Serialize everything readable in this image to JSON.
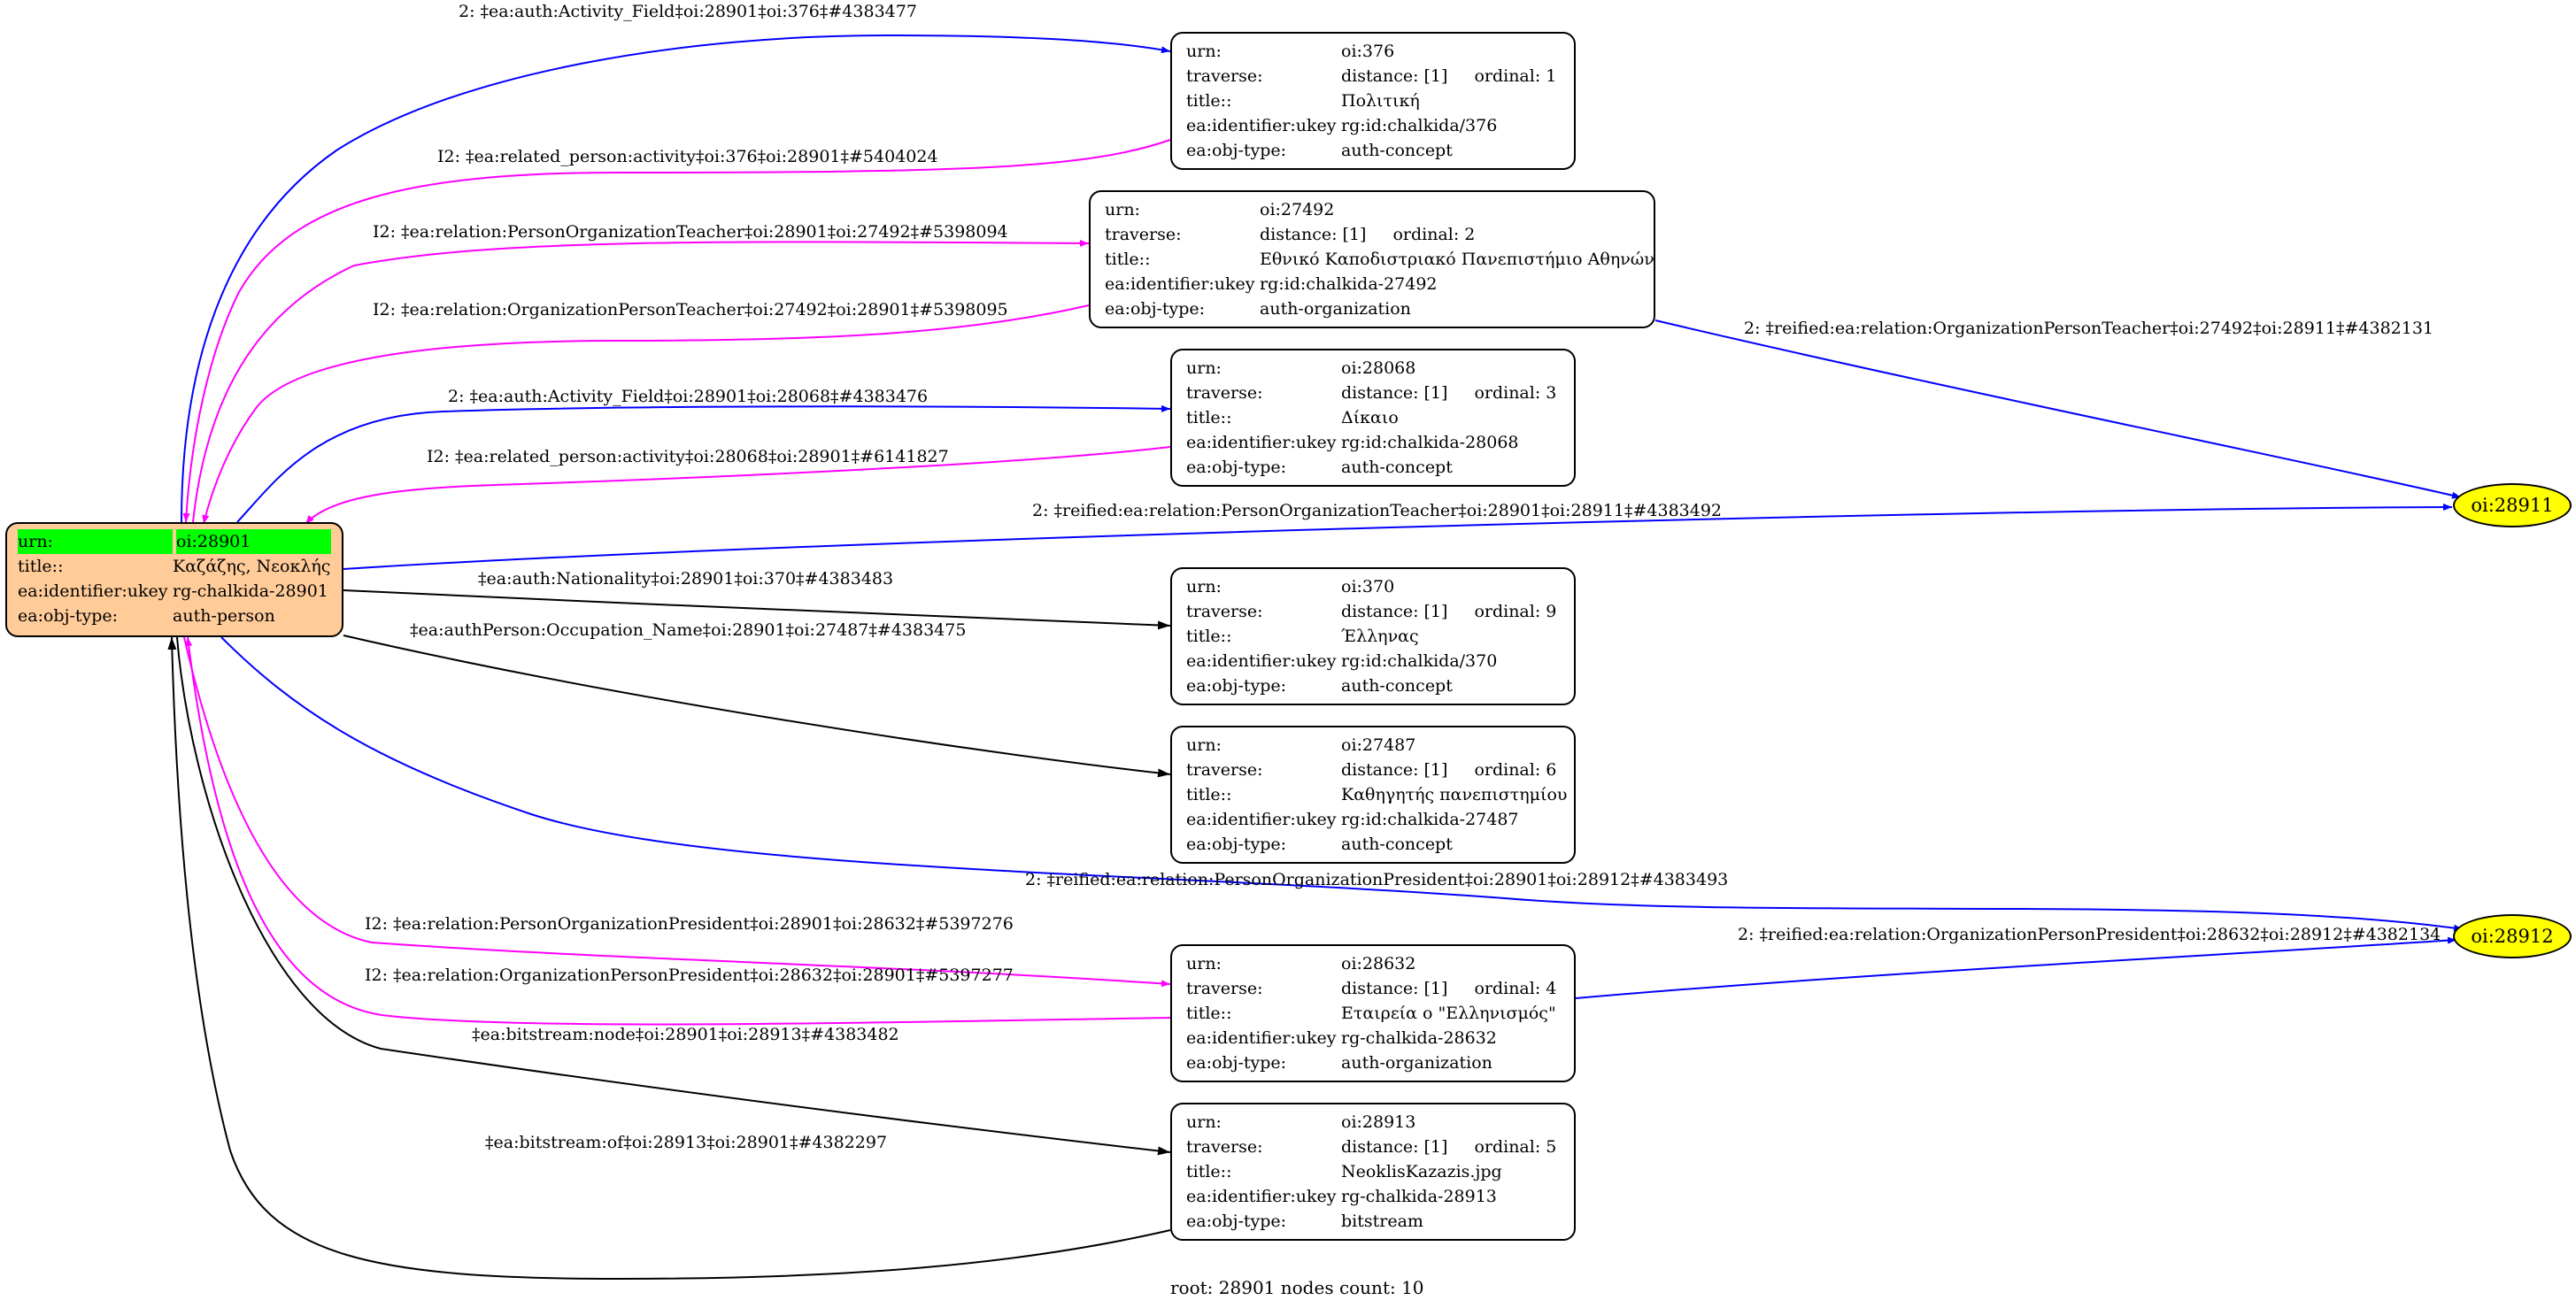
{
  "nodes": {
    "root": {
      "rows": [
        {
          "k": "urn:",
          "v": "oi:28901"
        },
        {
          "k": "title::",
          "v": "Καζάζης, Νεοκλής"
        },
        {
          "k": "ea:identifier:ukey",
          "v": "rg-chalkida-28901"
        },
        {
          "k": "ea:obj-type:",
          "v": "auth-person"
        }
      ]
    },
    "n376": {
      "urn": "oi:376",
      "distance": "distance: [1]",
      "ordinal": "ordinal: 1",
      "title": "Πολιτική",
      "ukey": "rg:id:chalkida/376",
      "type": "auth-concept"
    },
    "n27492": {
      "urn": "oi:27492",
      "distance": "distance: [1]",
      "ordinal": "ordinal: 2",
      "title": "Εθνικό Καποδιστριακό Πανεπιστήμιο Αθηνών",
      "ukey": "rg:id:chalkida-27492",
      "type": "auth-organization"
    },
    "n28068": {
      "urn": "oi:28068",
      "distance": "distance: [1]",
      "ordinal": "ordinal: 3",
      "title": "Δίκαιο",
      "ukey": "rg:id:chalkida-28068",
      "type": "auth-concept"
    },
    "n370": {
      "urn": "oi:370",
      "distance": "distance: [1]",
      "ordinal": "ordinal: 9",
      "title": "Έλληνας",
      "ukey": "rg:id:chalkida/370",
      "type": "auth-concept"
    },
    "n27487": {
      "urn": "oi:27487",
      "distance": "distance: [1]",
      "ordinal": "ordinal: 6",
      "title": "Καθηγητής πανεπιστημίου",
      "ukey": "rg:id:chalkida-27487",
      "type": "auth-concept"
    },
    "n28632": {
      "urn": "oi:28632",
      "distance": "distance: [1]",
      "ordinal": "ordinal: 4",
      "title": "Εταιρεία ο \"Ελληνισμός\"",
      "ukey": "rg-chalkida-28632",
      "type": "auth-organization"
    },
    "n28913": {
      "urn": "oi:28913",
      "distance": "distance: [1]",
      "ordinal": "ordinal: 5",
      "title": "NeoklisKazazis.jpg",
      "ukey": "rg-chalkida-28913",
      "type": "bitstream"
    },
    "e28911": "oi:28911",
    "e28912": "oi:28912"
  },
  "row_keys": {
    "urn": "urn:",
    "traverse": "traverse:",
    "title": "title::",
    "ukey": "ea:identifier:ukey",
    "type": "ea:obj-type:"
  },
  "edges": [
    "2: ‡ea:auth:Activity_Field‡oi:28901‡oi:376‡#4383477",
    "I2: ‡ea:related_person:activity‡oi:376‡oi:28901‡#5404024",
    "I2: ‡ea:relation:PersonOrganizationTeacher‡oi:28901‡oi:27492‡#5398094",
    "I2: ‡ea:relation:OrganizationPersonTeacher‡oi:27492‡oi:28901‡#5398095",
    "2: ‡ea:auth:Activity_Field‡oi:28901‡oi:28068‡#4383476",
    "I2: ‡ea:related_person:activity‡oi:28068‡oi:28901‡#6141827",
    "2: ‡reified:ea:relation:PersonOrganizationTeacher‡oi:28901‡oi:28911‡#4383492",
    "‡ea:auth:Nationality‡oi:28901‡oi:370‡#4383483",
    "‡ea:authPerson:Occupation_Name‡oi:28901‡oi:27487‡#4383475",
    "2: ‡reified:ea:relation:OrganizationPersonTeacher‡oi:27492‡oi:28911‡#4382131",
    "2: ‡reified:ea:relation:PersonOrganizationPresident‡oi:28901‡oi:28912‡#4383493",
    "2: ‡reified:ea:relation:OrganizationPersonPresident‡oi:28632‡oi:28912‡#4382134",
    "I2: ‡ea:relation:PersonOrganizationPresident‡oi:28901‡oi:28632‡#5397276",
    "I2: ‡ea:relation:OrganizationPersonPresident‡oi:28632‡oi:28901‡#5397277",
    "‡ea:bitstream:node‡oi:28901‡oi:28913‡#4383482",
    "‡ea:bitstream:of‡oi:28913‡oi:28901‡#4382297"
  ],
  "colors": {
    "blue": "#0000ff",
    "magenta": "#ff00ff",
    "black": "#000000",
    "root_fill": "#ffcc99",
    "highlight": "#00ff00",
    "ellipse_fill": "#ffff00"
  },
  "footer": "root: 28901 nodes count: 10"
}
